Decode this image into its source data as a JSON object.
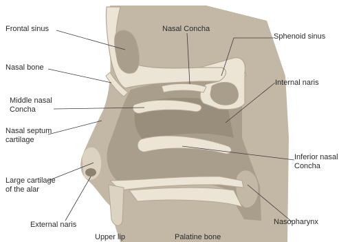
{
  "colors": {
    "background": "#ffffff",
    "skin": "#c3b8a6",
    "skin_light": "#ddd3c2",
    "bone": "#ece5d6",
    "bone_edge": "#b3a793",
    "cavity_dark": "#8d8170",
    "cavity_mid": "#a99e8b",
    "leader": "#3a3a3a"
  },
  "labels": {
    "frontal_sinus": "Frontal sinus",
    "nasal_concha": "Nasal Concha",
    "sphenoid_sinus": "Sphenoid sinus",
    "nasal_bone": "Nasal bone",
    "internal_naris": "Internal naris",
    "middle_nasal_concha": [
      "Middle nasal",
      "Concha"
    ],
    "nasal_septum_cartilage": [
      "Nasal septum",
      "cartilage"
    ],
    "inferior_nasal_concha": [
      "Inferior nasal",
      "Concha"
    ],
    "large_cartilage_alar": [
      "Large cartilage",
      "of the alar"
    ],
    "external_naris": "External naris",
    "nasopharynx": "Nasopharynx",
    "upper_lip": "Upper lip",
    "palatine_bone": "Palatine bone"
  }
}
